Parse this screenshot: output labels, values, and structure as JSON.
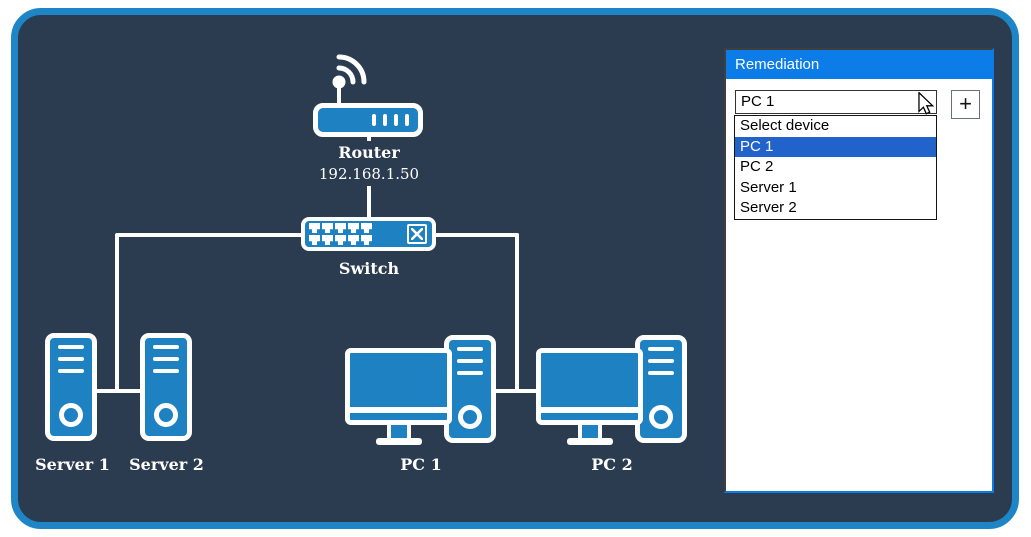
{
  "diagram": {
    "router": {
      "label": "Router",
      "ip": "192.168.1.50"
    },
    "switch": {
      "label": "Switch"
    },
    "server1": {
      "label": "Server 1"
    },
    "server2": {
      "label": "Server 2"
    },
    "pc1": {
      "label": "PC 1"
    },
    "pc2": {
      "label": "PC 2"
    }
  },
  "remediation": {
    "title": "Remediation",
    "dropdown": {
      "value": "PC 1",
      "options": [
        "Select device",
        "PC 1",
        "PC 2",
        "Server 1",
        "Server 2"
      ],
      "highlighted": "PC 1"
    },
    "add_button": "+"
  },
  "colors": {
    "canvas_background": "#2b3c50",
    "canvas_border": "#1e86c6",
    "icon_blue": "#1e81c2",
    "panel_header_blue": "#0b7ce8",
    "selection_blue": "#2263cb"
  }
}
